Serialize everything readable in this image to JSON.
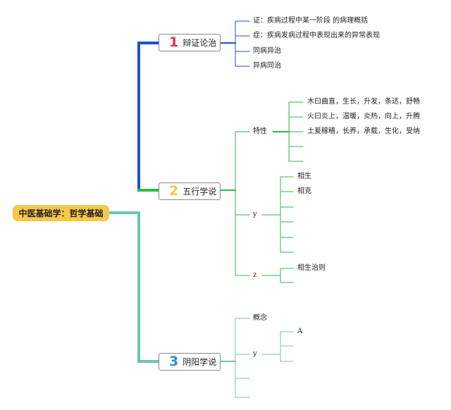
{
  "root": {
    "label": "中医基础学：哲学基础"
  },
  "branches": [
    {
      "number": "1",
      "label": "辩证论治",
      "number_color": "#d8334a",
      "line_color": "#1f4fd8",
      "children": [
        {
          "label": "证：疾病过程中某一阶段 的病理概括"
        },
        {
          "label": "症：疾病发病过程中表现出来的异常表现"
        },
        {
          "label": "同病异治"
        },
        {
          "label": "异病同治"
        }
      ]
    },
    {
      "number": "2",
      "label": "五行学说",
      "number_color": "#f2c84b",
      "line_color": "#2fb94a",
      "children": [
        {
          "label": "特性",
          "children": [
            {
              "label": "木曰曲直，生长，升发，条达，舒畅"
            },
            {
              "label": "火曰炎上，温暖，炎热，向上，升腾"
            },
            {
              "label": "土爰稼穑，长养，承载，生化，受纳"
            },
            {
              "label": ""
            },
            {
              "label": ""
            }
          ]
        },
        {
          "label": "y",
          "children": [
            {
              "label": "相生"
            },
            {
              "label": "相克"
            },
            {
              "label": ""
            },
            {
              "label": ""
            },
            {
              "label": ""
            },
            {
              "label": ""
            }
          ]
        },
        {
          "label": "z",
          "children": [
            {
              "label": "相生治则"
            },
            {
              "label": ""
            }
          ]
        }
      ]
    },
    {
      "number": "3",
      "label": "阴阳学说",
      "number_color": "#2a8fd8",
      "line_color": "#6cc5b0",
      "children": [
        {
          "label": "概念"
        },
        {
          "label": "y",
          "children": [
            {
              "label": "A"
            },
            {
              "label": ""
            },
            {
              "label": ""
            }
          ]
        },
        {
          "label": ""
        },
        {
          "label": ""
        }
      ]
    }
  ]
}
